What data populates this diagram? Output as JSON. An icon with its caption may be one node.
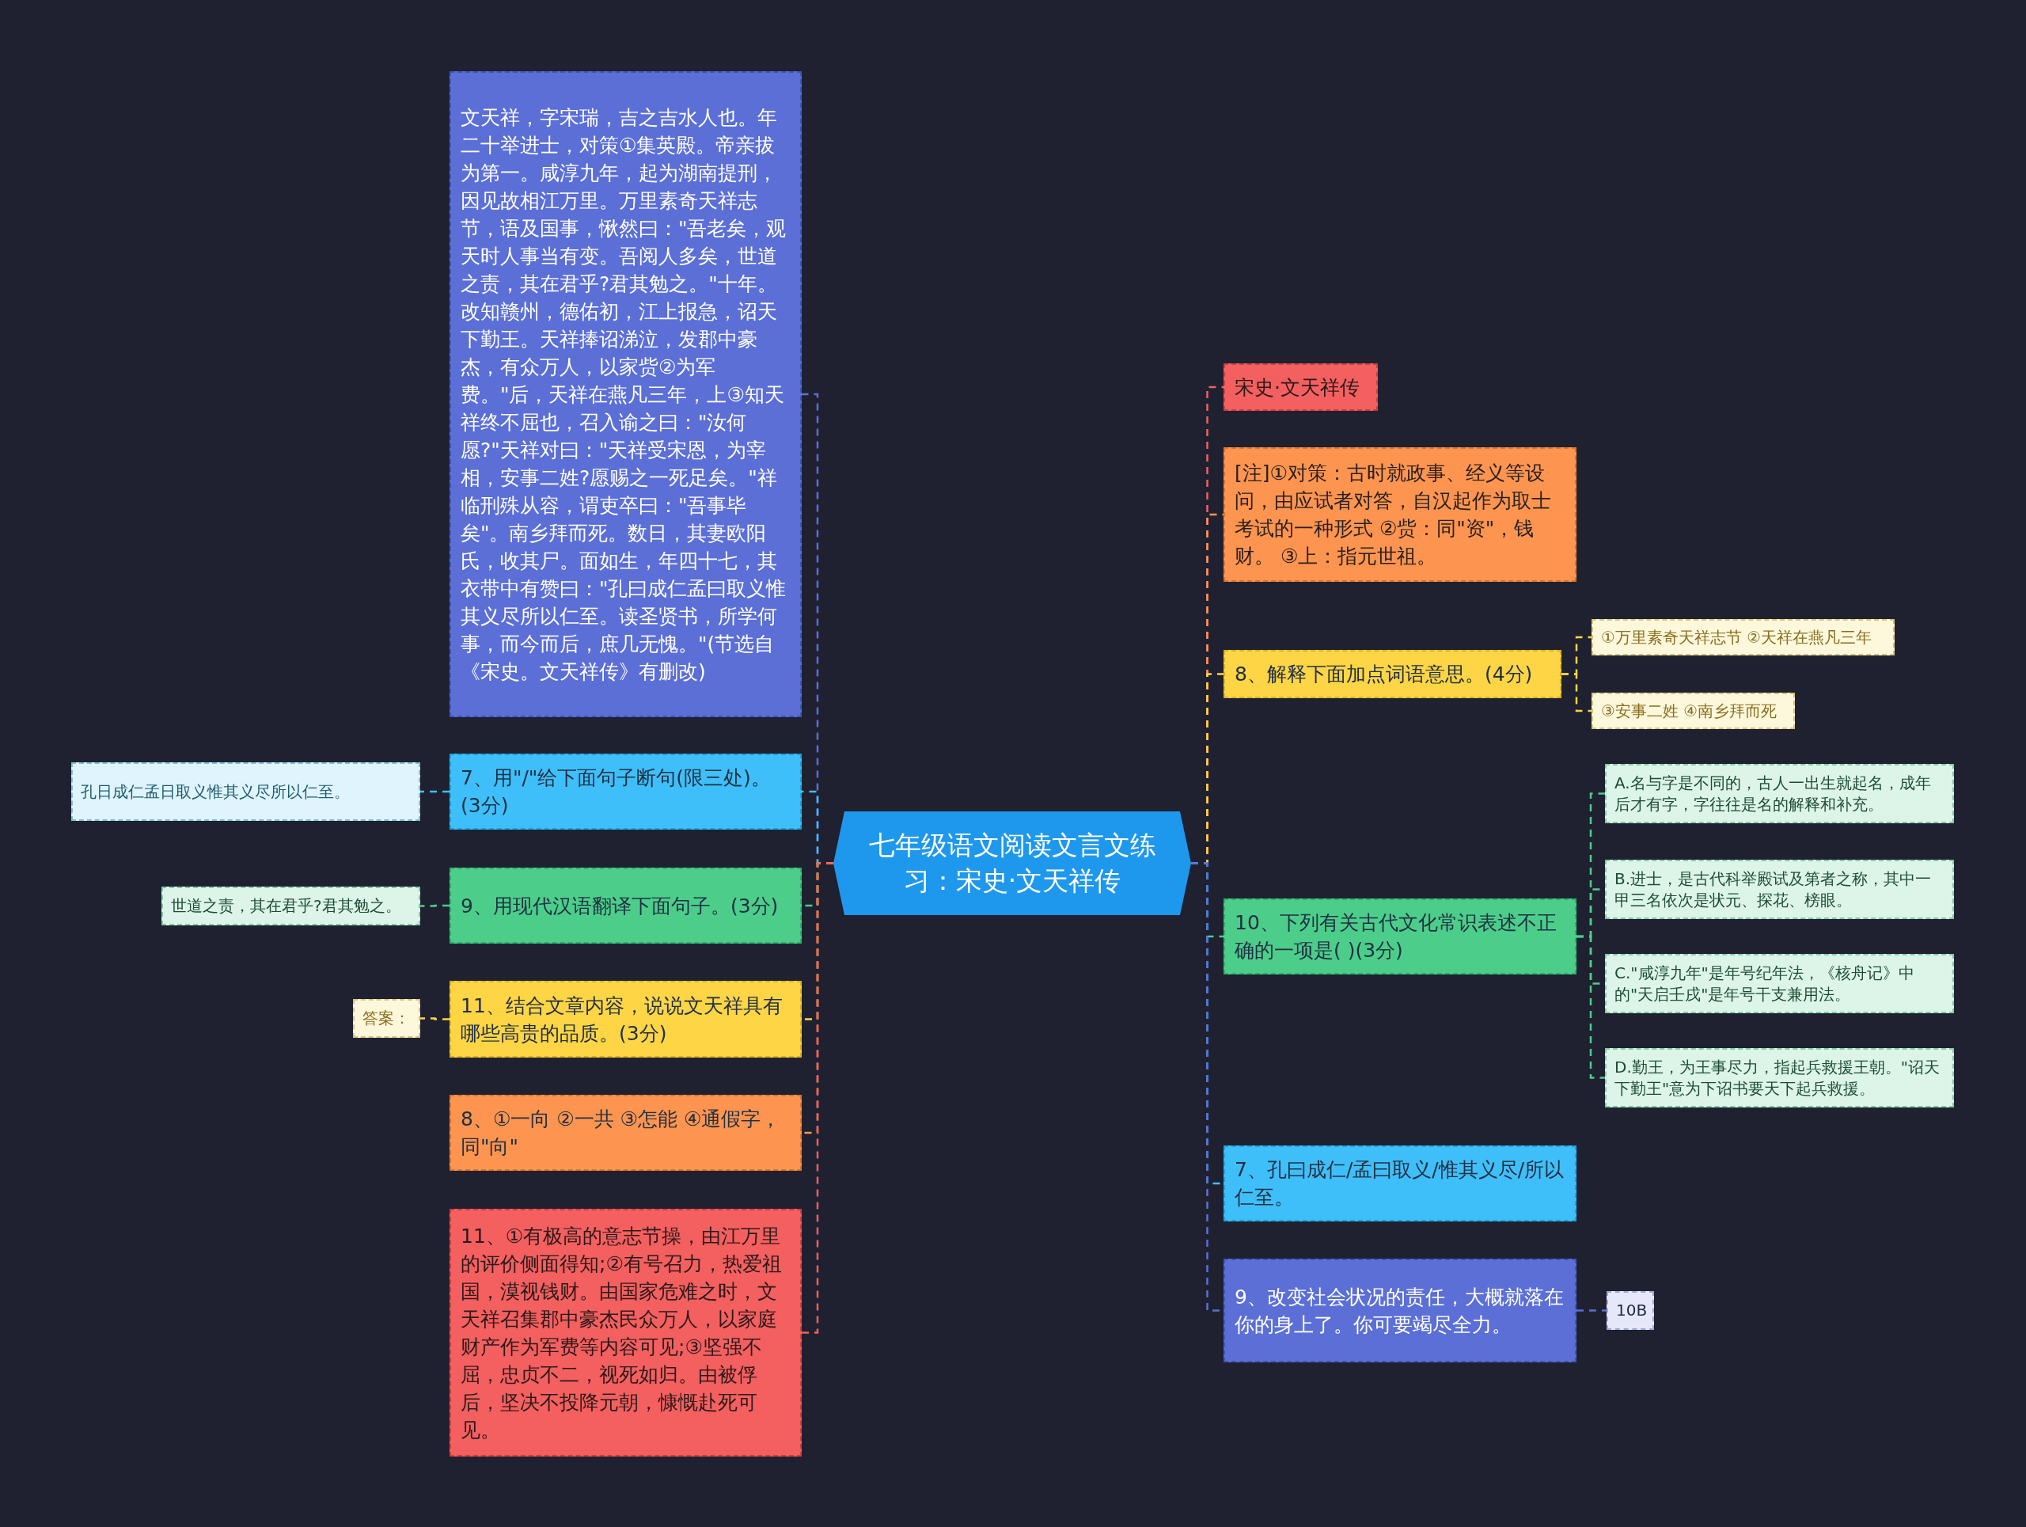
{
  "diagram": {
    "nodes": [
      {
        "text": [
          "七年级语文阅读文言文练习：宋史·文天祥传"
        ]
      },
      {
        "text": [
          "文天祥，字宋瑞，吉之吉水人也。年二十举进士，对策①集英殿。帝亲拔为第一。咸淳九年，起为湖南提刑，因见故相江万里。万里素奇天祥志节，语及国事，愀然曰：\"吾老矣，观天时人事当有变。吾阅人多矣，世道之责，其在君乎?君其勉之。\"十年。改知赣州，德佑初，江上报急，诏天下勤王。天祥捧诏涕泣，发郡中豪杰，有众万人，以家赀②为军费。\"后，天祥在燕凡三年，上③知天祥终不屈也，召入谕之曰：\"汝何愿?\"天祥对曰：\"天祥受宋恩，为宰相，安事二姓?愿赐之一死足矣。\"祥临刑殊从容，谓吏卒曰：\"吾事毕矣\"。南乡拜而死。数日，其妻欧阳氏，收其尸。面如生，年四十七，其衣带中有赞曰：\"孔曰成仁孟曰取义惟其义尽所以仁至。读圣贤书，所学何事，而今而后，庶几无愧。\"(节选自《宋史。文天祥传》有删改)"
        ]
      },
      {
        "text": [
          "7、用\"/\"给下面句子断句(限三处)。(3分)"
        ]
      },
      {
        "text": [
          "9、用现代汉语翻译下面句子。(3分)"
        ]
      },
      {
        "text": [
          "11、结合文章内容，说说文天祥具有哪些高贵的品质。(3分)"
        ]
      },
      {
        "text": [
          "8、①一向 ②一共 ③怎能 ④通假字，同\"向\""
        ]
      },
      {
        "text": [
          "11、①有极高的意志节操，由江万里的评价侧面得知;②有号召力，热爱祖国，漠视钱财。由国家危难之时，文天祥召集郡中豪杰民众万人，以家庭财产作为军费等内容可见;③坚强不屈，忠贞不二，视死如归。由被俘后，坚决不投降元朝，慷慨赴死可见。"
        ]
      },
      {
        "text": [
          "孔日成仁孟日取义惟其义尽所以仁至。"
        ]
      },
      {
        "text": [
          "世道之责，其在君乎?君其勉之。"
        ]
      },
      {
        "text": [
          "答案："
        ]
      },
      {
        "text": [
          "宋史·文天祥传"
        ]
      },
      {
        "text": [
          "[注]①对策：古时就政事、经义等设问，由应试者对答，自汉起作为取士考试的一种形式 ②赀：同\"资\"，钱财。 ③上：指元世祖。"
        ]
      },
      {
        "text": [
          "8、解释下面加点词语意思。(4分)"
        ]
      },
      {
        "text": [
          "10、下列有关古代文化常识表述不正确的一项是( )(3分)"
        ]
      },
      {
        "text": [
          "7、孔曰成仁/孟曰取义/惟其义尽/所以仁至。"
        ]
      },
      {
        "text": [
          "9、改变社会状况的责任，大概就落在你的身上了。你可要竭尽全力。"
        ]
      },
      {
        "text": [
          "①万里素奇天祥志节 ②天祥在燕凡三年"
        ]
      },
      {
        "text": [
          "③安事二姓 ④南乡拜而死"
        ]
      },
      {
        "text": [
          "A.名与字是不同的，古人一出生就起名，成年后才有字，字往往是名的解释和补充。"
        ]
      },
      {
        "text": [
          "B.进士，是古代科举殿试及第者之称，其中一甲三名依次是状元、探花、榜眼。"
        ]
      },
      {
        "text": [
          "C.\"咸淳九年\"是年号纪年法，《核舟记》中的\"天启壬戌\"是年号干支兼用法。"
        ]
      },
      {
        "text": [
          "D.勤王，为王事尽力，指起兵救援王朝。\"诏天下勤王\"意为下诏书要天下起兵救援。"
        ]
      },
      {
        "text": [
          "10B"
        ]
      }
    ],
    "edges": [
      {
        "from": 0,
        "to": 1,
        "arrow": "none",
        "color": "#5b6fd6"
      },
      {
        "from": 0,
        "to": 2,
        "arrow": "none",
        "color": "#3fbff9"
      },
      {
        "from": 0,
        "to": 3,
        "arrow": "none",
        "color": "#4cce8a"
      },
      {
        "from": 0,
        "to": 4,
        "arrow": "none",
        "color": "#fdd545"
      },
      {
        "from": 0,
        "to": 5,
        "arrow": "none",
        "color": "#fd9550"
      },
      {
        "from": 0,
        "to": 6,
        "arrow": "none",
        "color": "#f45f5f"
      },
      {
        "from": 2,
        "to": 7,
        "arrow": "none",
        "color": "#3fbff9"
      },
      {
        "from": 3,
        "to": 8,
        "arrow": "none",
        "color": "#4cce8a"
      },
      {
        "from": 4,
        "to": 9,
        "arrow": "none",
        "color": "#fdd545"
      },
      {
        "from": 0,
        "to": 10,
        "arrow": "none",
        "color": "#f45f5f"
      },
      {
        "from": 0,
        "to": 11,
        "arrow": "none",
        "color": "#fd9550"
      },
      {
        "from": 0,
        "to": 12,
        "arrow": "none",
        "color": "#fdd545"
      },
      {
        "from": 0,
        "to": 13,
        "arrow": "none",
        "color": "#4cce8a"
      },
      {
        "from": 0,
        "to": 14,
        "arrow": "none",
        "color": "#3fbff9"
      },
      {
        "from": 0,
        "to": 15,
        "arrow": "none",
        "color": "#5b6fd6"
      },
      {
        "from": 12,
        "to": 16,
        "arrow": "none",
        "color": "#fdd545"
      },
      {
        "from": 12,
        "to": 17,
        "arrow": "none",
        "color": "#fdd545"
      },
      {
        "from": 13,
        "to": 18,
        "arrow": "none",
        "color": "#4cce8a"
      },
      {
        "from": 13,
        "to": 19,
        "arrow": "none",
        "color": "#4cce8a"
      },
      {
        "from": 13,
        "to": 20,
        "arrow": "none",
        "color": "#4cce8a"
      },
      {
        "from": 13,
        "to": 21,
        "arrow": "none",
        "color": "#4cce8a"
      },
      {
        "from": 15,
        "to": 22,
        "arrow": "none",
        "color": "#5b6fd6"
      }
    ]
  }
}
